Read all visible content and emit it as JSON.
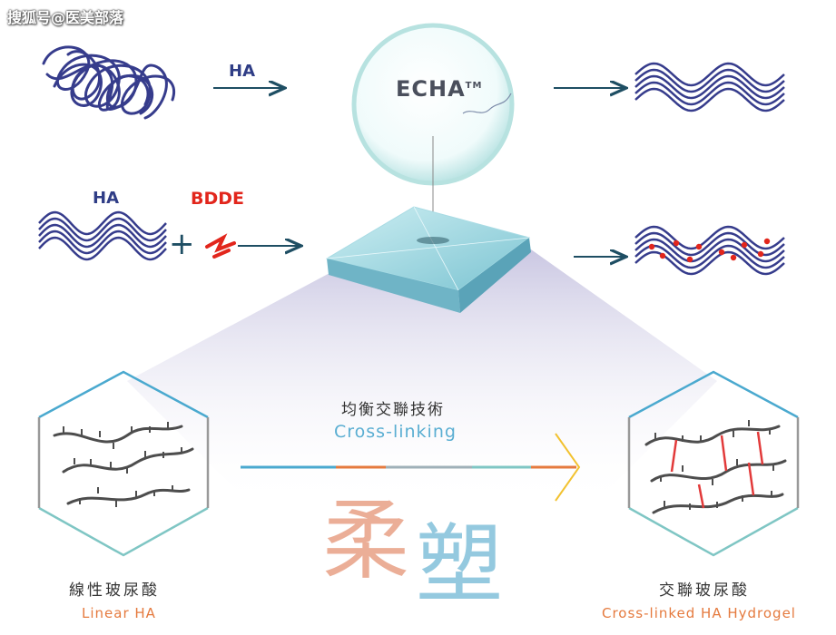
{
  "watermark": "搜狐号@医美部落",
  "top_row": {
    "ha_label": "HA",
    "echa_label": "ECHA",
    "echa_mark": "TM"
  },
  "mid_row": {
    "ha_label": "HA",
    "bdde_label": "BDDE"
  },
  "technique": {
    "cn": "均衡交聯技術",
    "en": "Cross-linking"
  },
  "linear": {
    "cn": "線性玻尿酸",
    "en": "Linear HA"
  },
  "crosslinked": {
    "cn": "交聯玻尿酸",
    "en": "Cross-linked HA Hydrogel"
  },
  "brand_chars": [
    "柔",
    "塑"
  ],
  "colors": {
    "polymer": "#363c8c",
    "bdde": "#e2261c",
    "arrow": "#1e4e63",
    "hex_top": "#4aa9cf",
    "hex_bottom": "#7fc6c4",
    "chain": "#4d4d4d",
    "crosslink": "#e23a3a",
    "funnel": "#c9c6e2"
  },
  "icons": [
    "arrow-right-icon",
    "tangled-polymer-icon",
    "wavy-strands-icon",
    "bdde-molecule-icon",
    "sphere-icon",
    "crystal-plate-icon",
    "hexagon-icon"
  ]
}
